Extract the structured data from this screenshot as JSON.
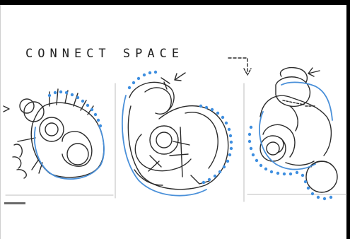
{
  "annotation": {
    "text": "CONNECT SPACE",
    "colors": {
      "ink": "#2b2b2b",
      "accent_blue": "#4a90d9",
      "dot_blue": "#3f8fe0"
    }
  },
  "panels": [
    {
      "name": "heart-sketch-1"
    },
    {
      "name": "heart-sketch-2"
    },
    {
      "name": "heart-sketch-3"
    }
  ]
}
